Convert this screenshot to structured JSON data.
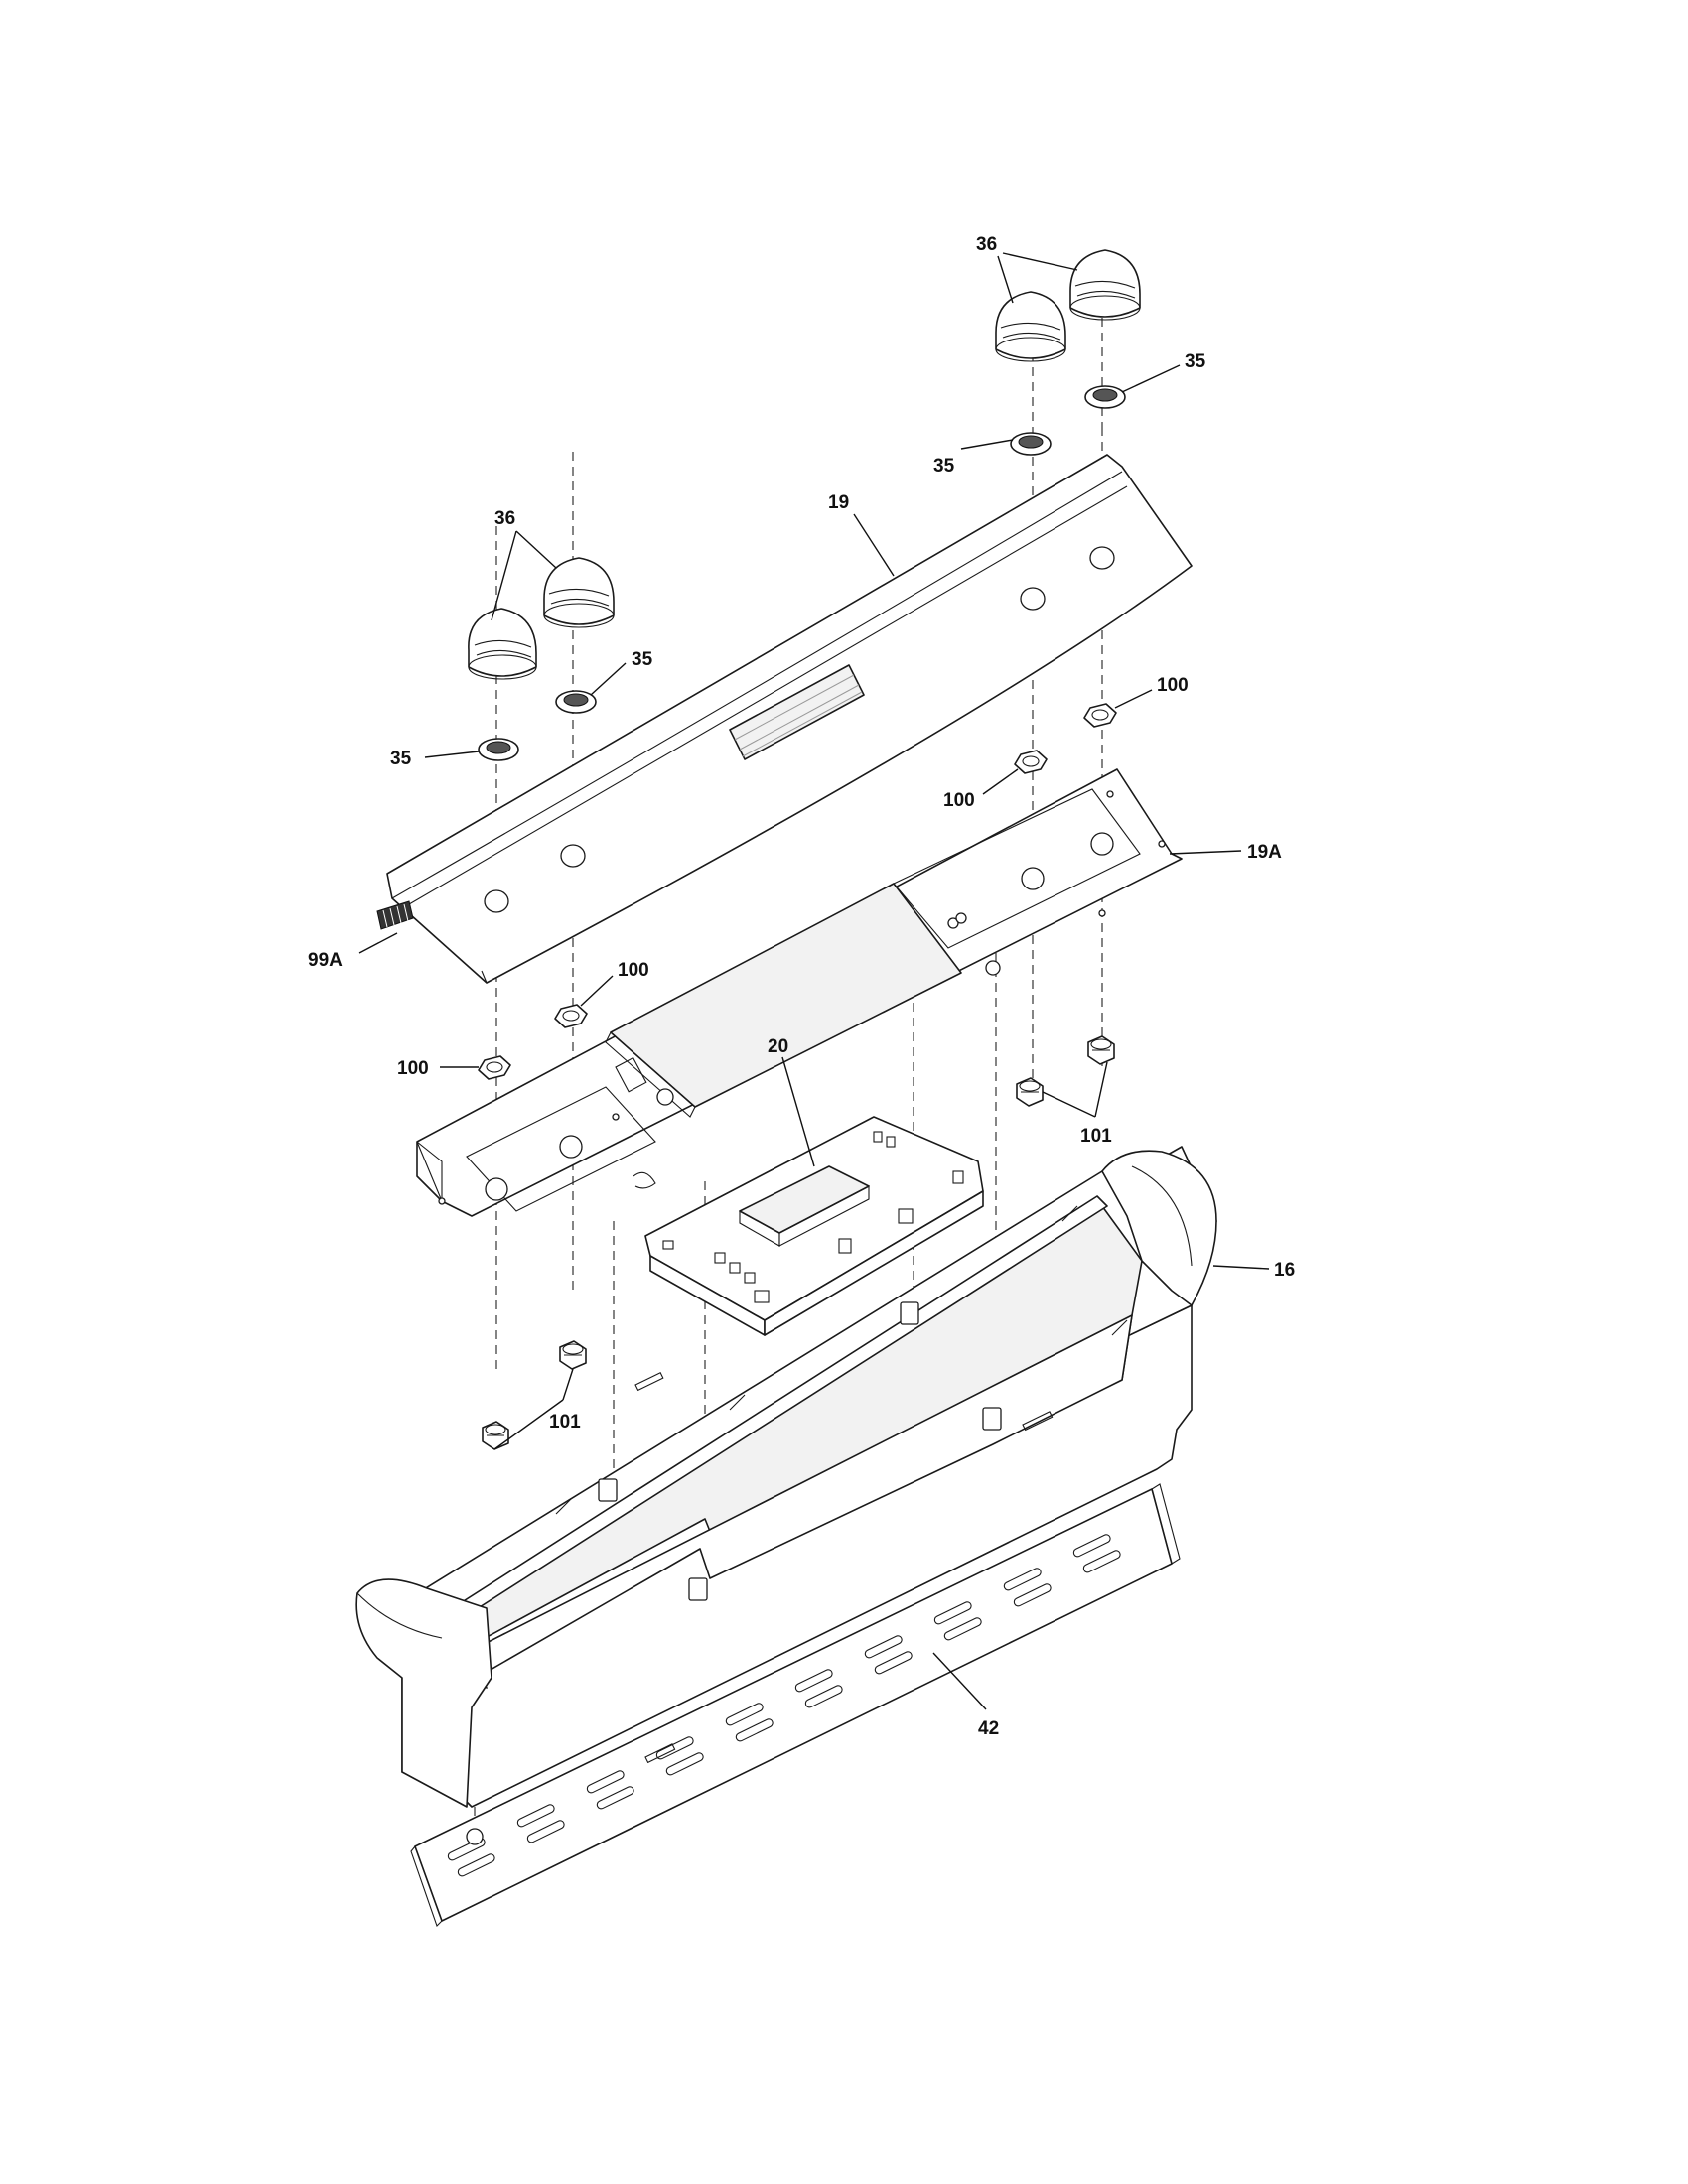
{
  "callouts": {
    "c36_top": "36",
    "c35_top_right": "35",
    "c35_top_mid": "35",
    "c19": "19",
    "c36_left": "36",
    "c35_left_upper": "35",
    "c35_left_lower": "35",
    "c100_right_upper": "100",
    "c100_right_lower": "100",
    "c19a": "19A",
    "c99a": "99A",
    "c100_left_upper": "100",
    "c100_left_lower": "100",
    "c20": "20",
    "c101_right": "101",
    "c16": "16",
    "c101_left": "101",
    "c42": "42"
  },
  "parts": {
    "knob": "knob",
    "knob_seal": "knob-seal",
    "control_panel": "control-panel",
    "panel_bracket": "control-panel-bracket",
    "overlay_tail": "ribbon-cable",
    "control_board": "electronic-control-board",
    "nut": "hex-nut",
    "spring_nut": "spring-nut",
    "backguard": "backguard-housing",
    "vent_trim": "vent-trim"
  }
}
